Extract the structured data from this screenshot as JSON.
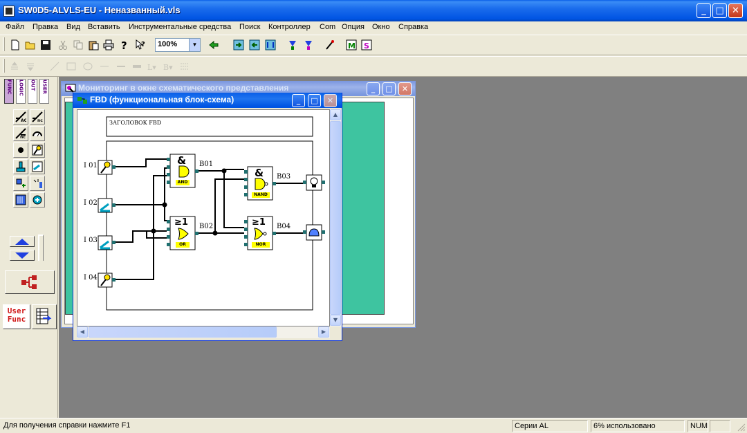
{
  "window": {
    "title": "SW0D5-ALVLS-EU - Неназванный.vls"
  },
  "menu": [
    "Файл",
    "Правка",
    "Вид",
    "Вставить",
    "Инструментальные средства",
    "Поиск",
    "Контроллер",
    "Com",
    "Опция",
    "Окно",
    "Справка"
  ],
  "toolbar": {
    "zoom_value": "100%"
  },
  "palette": {
    "tabs": [
      "FUNC",
      "LOGIC",
      "OUT",
      "USER"
    ],
    "user_func_label_1": "User",
    "user_func_label_2": "Func"
  },
  "monitor_window": {
    "title": "Мониторинг в окне схематического представления"
  },
  "fbd_window": {
    "title": "FBD (функциональная блок-схема)",
    "header_label": "ЗАГОЛОВОК FBD",
    "inputs": [
      "I 01",
      "I 02",
      "I 03",
      "I 04"
    ],
    "blocks": [
      {
        "id": "B01",
        "type": "AND",
        "symbol": "&"
      },
      {
        "id": "B02",
        "type": "OR",
        "symbol": "≥1"
      },
      {
        "id": "B03",
        "type": "NAND",
        "symbol": "&"
      },
      {
        "id": "B04",
        "type": "NOR",
        "symbol": "≥1"
      }
    ]
  },
  "status": {
    "help_text": "Для получения справки нажмите F1",
    "series": "Серии AL",
    "usage": "6% использовано",
    "num": "NUM"
  },
  "colors": {
    "title_blue": "#0054e3",
    "monitor_green": "#3ec4a0",
    "block_yellow": "#ffff00",
    "connector_teal": "#207070"
  }
}
